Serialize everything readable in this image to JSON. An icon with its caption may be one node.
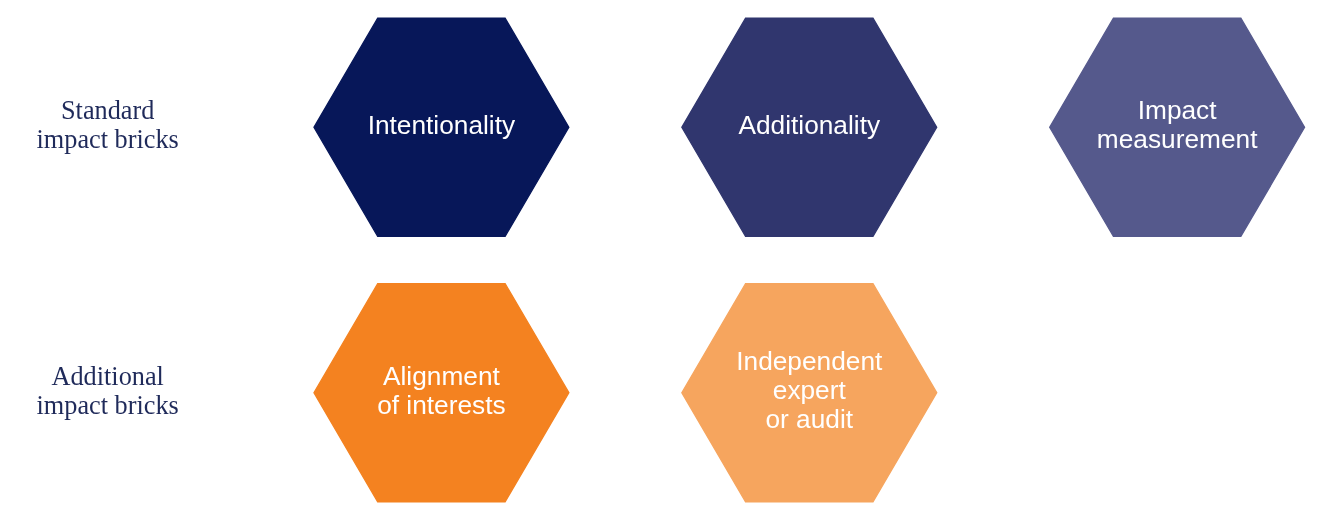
{
  "diagram": {
    "nodes": [
      {
        "text": [
          "Intentionality"
        ]
      },
      {
        "text": [
          "Additionality"
        ]
      },
      {
        "text": [
          "Impact measurement"
        ]
      },
      {
        "text": [
          "Alignment of interests"
        ]
      },
      {
        "text": [
          "Independent expert or audit"
        ]
      }
    ],
    "labels": [
      "Standard impact bricks",
      "Additional impact bricks"
    ]
  }
}
